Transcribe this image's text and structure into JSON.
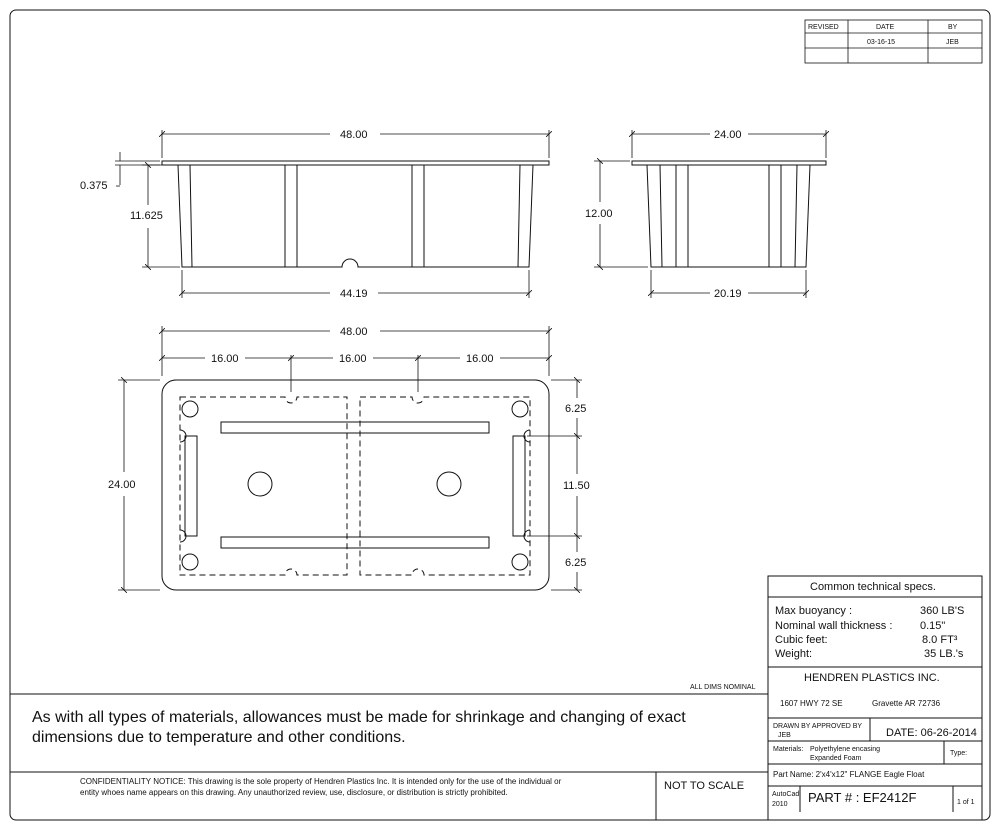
{
  "revision": {
    "headers": [
      "REVISED",
      "DATE",
      "BY"
    ],
    "row": [
      "",
      "03-16-15",
      "JEB"
    ]
  },
  "side_view": {
    "top_width": "48.00",
    "flange_thickness": "0.375",
    "height": "11.625",
    "bottom_width": "44.19"
  },
  "end_view": {
    "top_width": "24.00",
    "height": "12.00",
    "bottom_width": "20.19"
  },
  "top_view": {
    "overall_width": "48.00",
    "segment_1": "16.00",
    "segment_2": "16.00",
    "segment_3": "16.00",
    "overall_depth": "24.00",
    "edge_top": "6.25",
    "center": "11.50",
    "edge_bottom": "6.25"
  },
  "specs": {
    "heading": "Common technical specs.",
    "rows": [
      {
        "label": "Max buoyancy :",
        "value": "360  LB'S"
      },
      {
        "label": "Nominal wall thickness :",
        "value": "0.15\""
      },
      {
        "label": "Cubic feet:",
        "value": "8.0   FT³"
      },
      {
        "label": "Weight:",
        "value": "35    LB.'s"
      }
    ]
  },
  "company": {
    "name": "HENDREN PLASTICS INC.",
    "address": "1607 HWY 72 SE",
    "city": "Gravette AR 72736"
  },
  "drawn_by": {
    "label": "DRAWN BY  APPROVED BY",
    "name": "JEB",
    "date": "DATE:  06-26-2014"
  },
  "materials": {
    "label": "Materials:",
    "line1": "Polyethylene encasing",
    "line2": "Expanded Foam",
    "type_label": "Type:"
  },
  "part": {
    "name": "Part Name:  2'x4'x12\"  FLANGE Eagle Float",
    "cad_line1": "AutoCad",
    "cad_line2": "2010",
    "number": "PART  #  :  EF2412F",
    "sheet": "1 of 1"
  },
  "notes": {
    "all_dims": "ALL DIMS NOMINAL",
    "allowance_line1": "As with all types of materials, allowances must be made for shrinkage and changing of exact",
    "allowance_line2": "dimensions due to temperature and other conditions.",
    "confidentiality_line1": "CONFIDENTIALITY NOTICE: This drawing is the sole property of Hendren Plastics Inc. It is intended only for the use of the individual or",
    "confidentiality_line2": "entity whoes name appears on this drawing. Any unauthorized review, use, disclosure, or distribution is strictly prohibited.",
    "scale": "NOT TO SCALE"
  }
}
